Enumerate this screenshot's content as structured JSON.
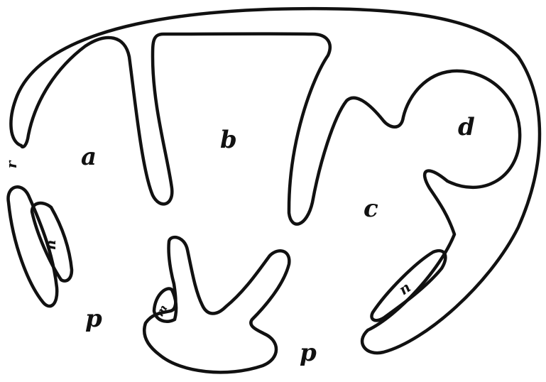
{
  "figure": {
    "labels": {
      "a": "a",
      "b": "b",
      "c": "c",
      "d": "d",
      "p_left": "p",
      "p_right": "p",
      "edge_left": "r",
      "left_lobe": "n",
      "middle_lobe": "m",
      "right_lobe": "n"
    },
    "colors": {
      "ink": "#111111",
      "paper": "#ffffff"
    }
  }
}
